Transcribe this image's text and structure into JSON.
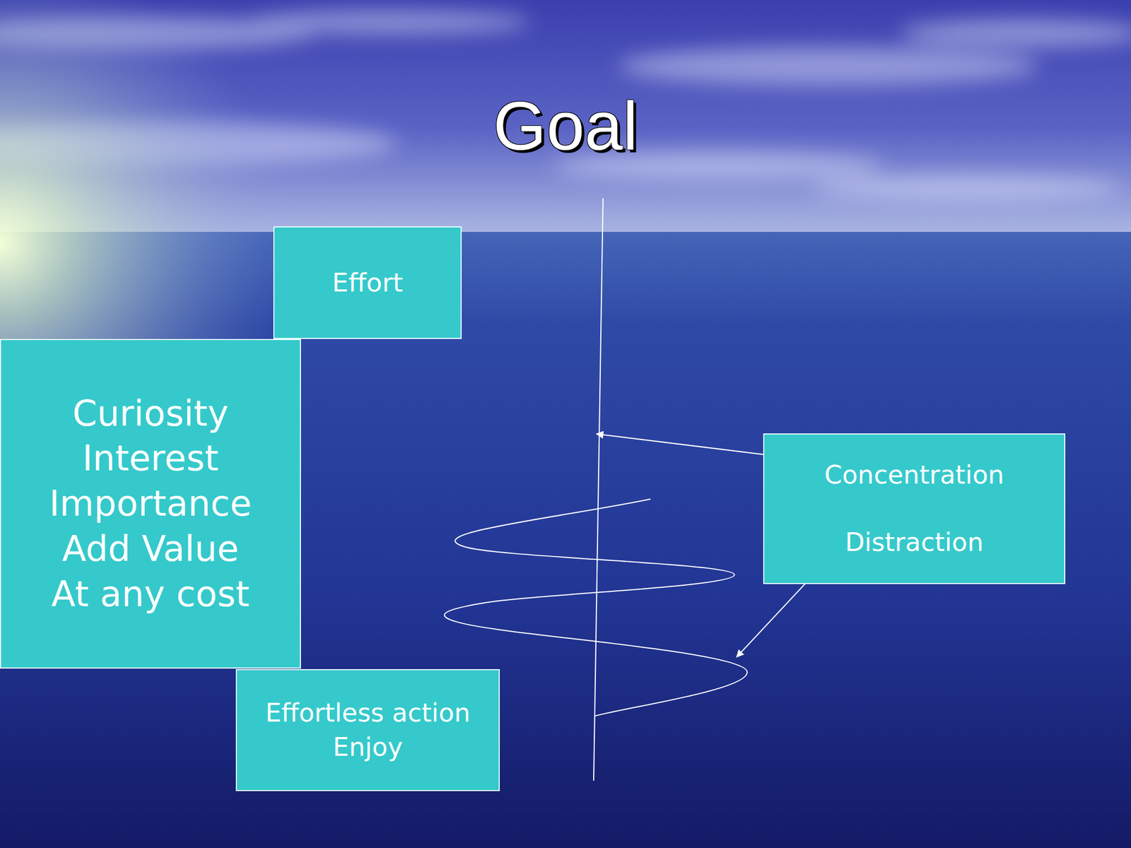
{
  "diagram": {
    "title": "Goal",
    "nodes": [
      {
        "text": [
          "Effort"
        ]
      },
      {
        "text": [
          "Curiosity",
          "Interest",
          "Importance",
          "Add Value",
          "At any cost"
        ]
      },
      {
        "text": [
          "Concentration",
          "Distraction"
        ]
      },
      {
        "text": [
          "Effortless action",
          "Enjoy"
        ]
      }
    ]
  }
}
